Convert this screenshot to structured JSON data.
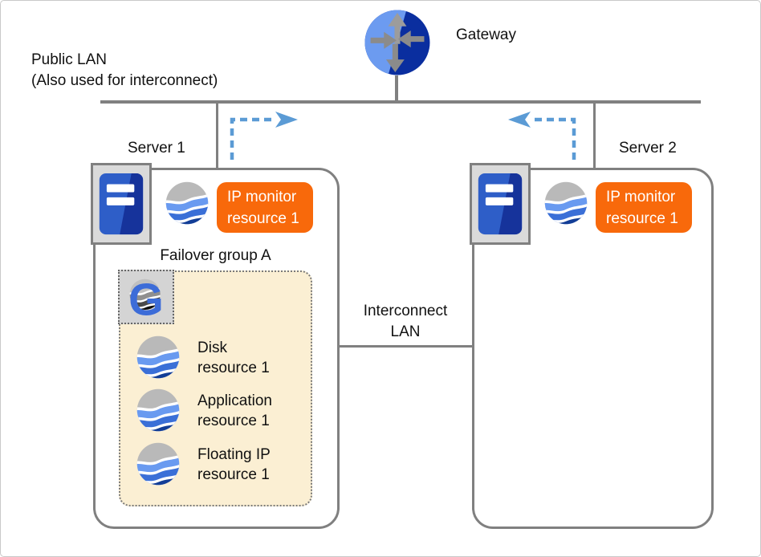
{
  "colors": {
    "line_gray": "#808080",
    "badge_orange": "#f8690b",
    "group_box_cream": "#fbefd3",
    "arrow_blue": "#5b9bd5",
    "gateway_blue_light": "#6c9bf0",
    "gateway_blue_dark": "#0a2e9f"
  },
  "gateway": {
    "label": "Gateway"
  },
  "public_lan": {
    "line1": "Public LAN",
    "line2": "(Also used for interconnect)"
  },
  "interconnect_lan": {
    "line1": "Interconnect",
    "line2": "LAN"
  },
  "servers": [
    {
      "label": "Server 1",
      "monitor_badge": {
        "line1": "IP monitor",
        "line2": "resource 1"
      }
    },
    {
      "label": "Server 2",
      "monitor_badge": {
        "line1": "IP monitor",
        "line2": "resource 1"
      }
    }
  ],
  "failover_group": {
    "title": "Failover group A",
    "resources": [
      {
        "line1": "Disk",
        "line2": "resource 1"
      },
      {
        "line1": "Application",
        "line2": "resource 1"
      },
      {
        "line1": "Floating IP",
        "line2": "resource 1"
      }
    ]
  }
}
